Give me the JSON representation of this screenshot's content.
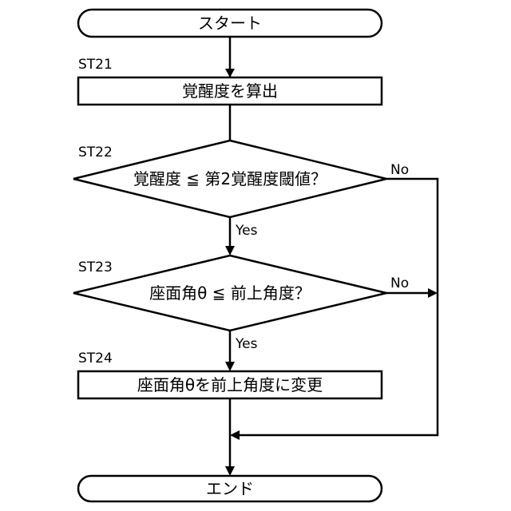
{
  "nodes": {
    "start": "スタート",
    "st21_label": "ST21",
    "st21_text": "覚醒度を算出",
    "st22_label": "ST22",
    "st22_text": "覚醒度 ≦ 第2覚醒度閾値？",
    "st23_label": "ST23",
    "st23_text": "座面角θ ≦ 前上角度？",
    "st24_label": "ST24",
    "st24_text": "座面角θを前上角度に変更",
    "end": "エンド"
  },
  "edges": {
    "st22_no": "No",
    "st22_yes": "Yes",
    "st23_no": "No",
    "st23_yes": "Yes"
  }
}
